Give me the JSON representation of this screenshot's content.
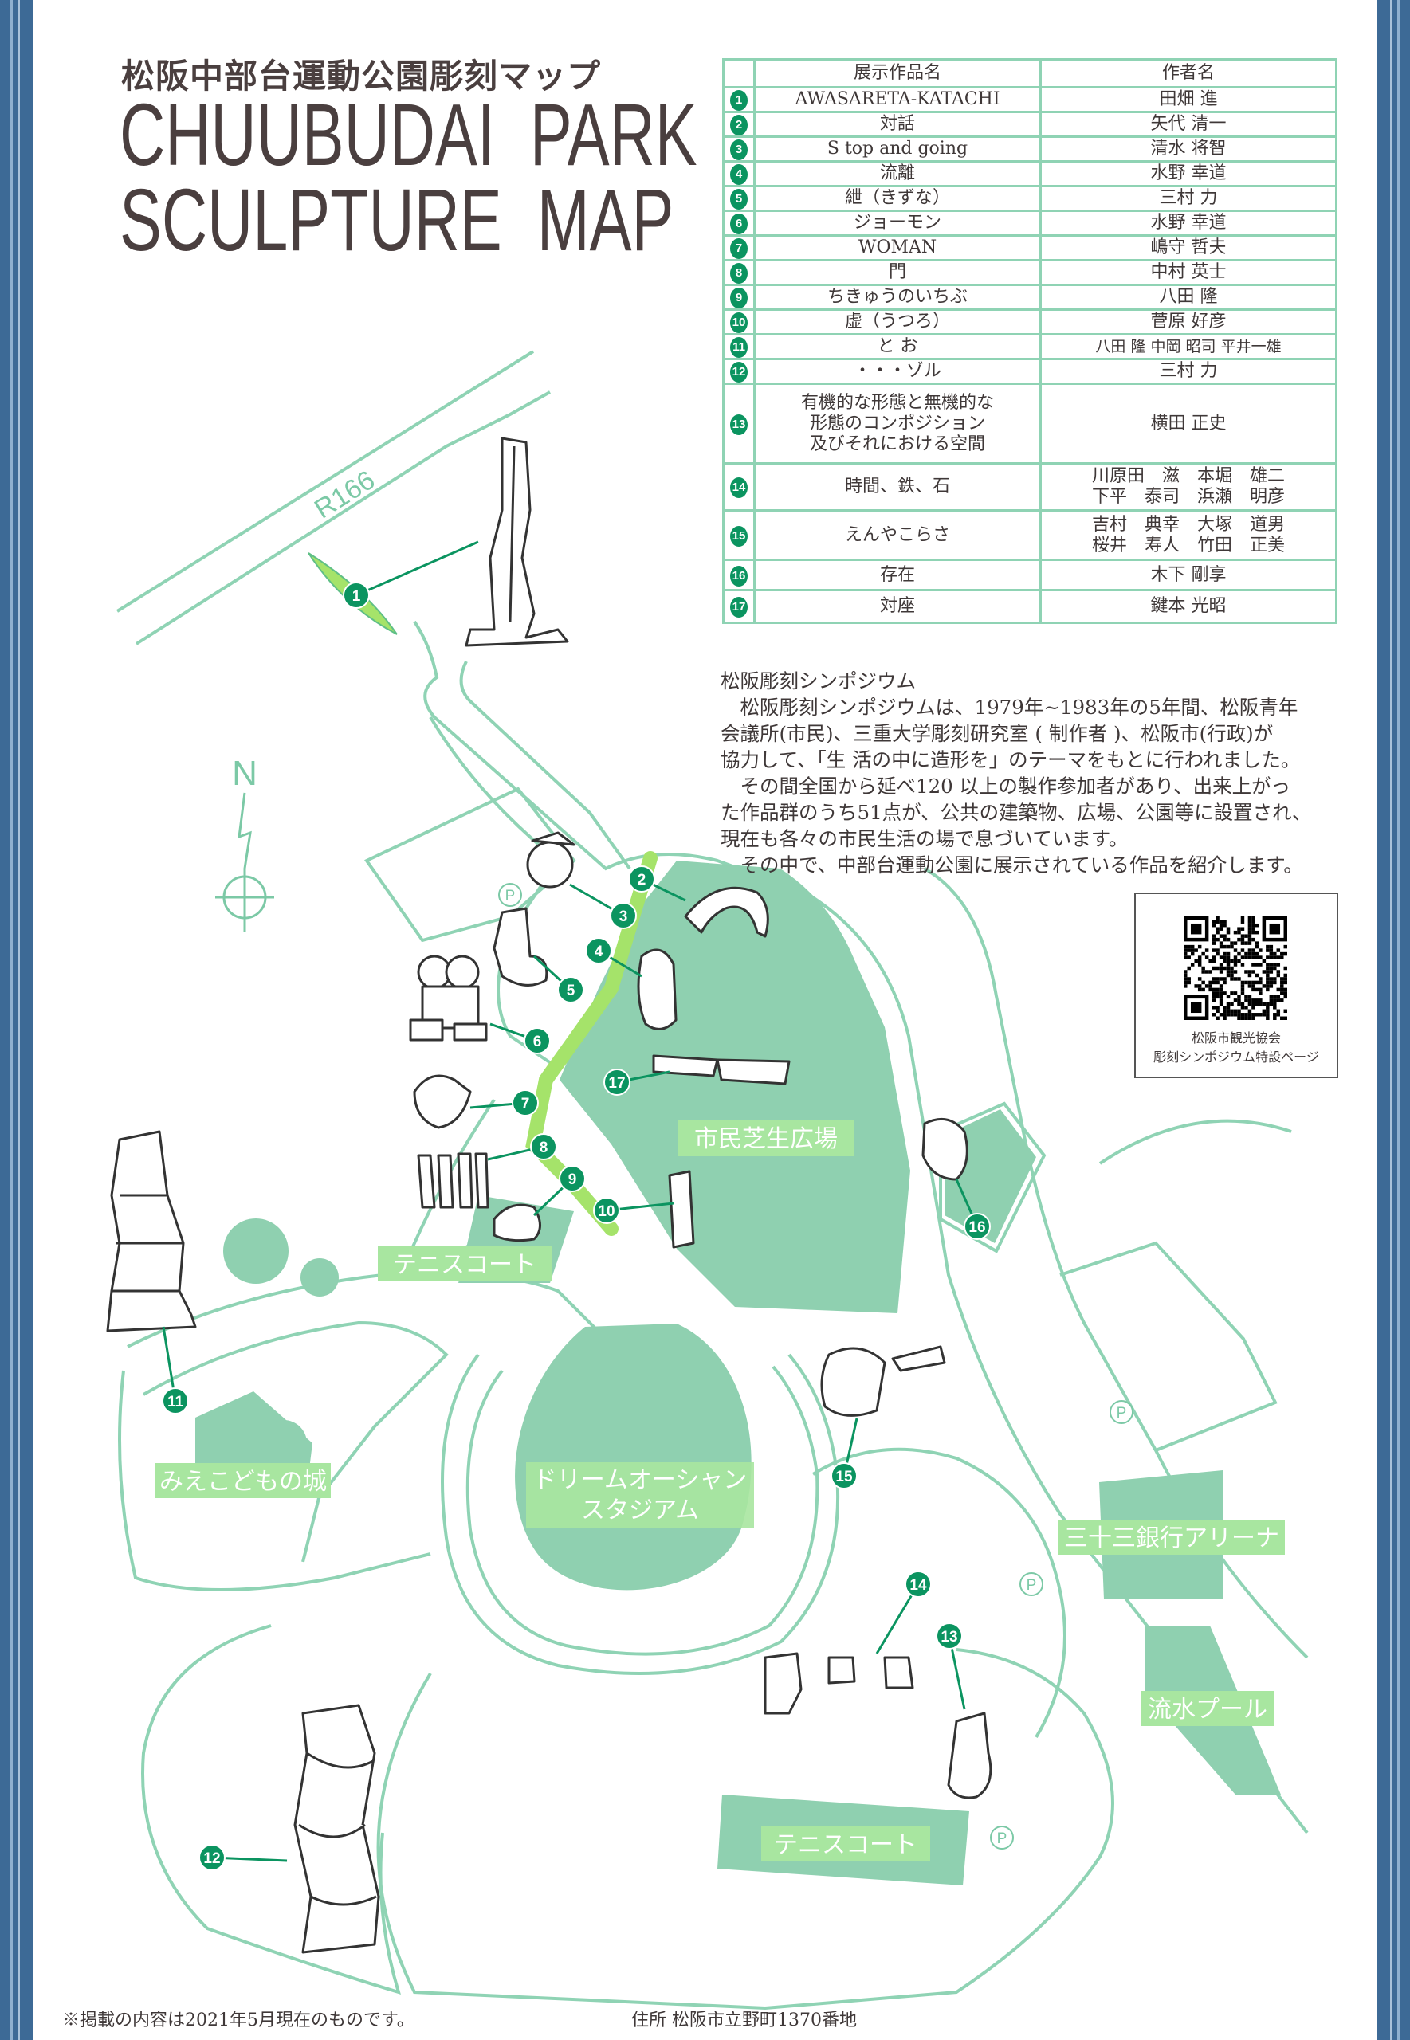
{
  "title": {
    "japanese": "松阪中部台運動公園彫刻マップ",
    "english_line1": "CHUUBUDAI  PARK",
    "english_line2": "SCULPTURE  MAP"
  },
  "table": {
    "headers": [
      "展示作品名",
      "作者名"
    ],
    "rows": [
      {
        "no": "1",
        "title": "AWASARETA-KATACHI",
        "author": "田畑 進"
      },
      {
        "no": "2",
        "title": "対話",
        "author": "矢代 清一"
      },
      {
        "no": "3",
        "title": "S top and going",
        "author": "清水 将智"
      },
      {
        "no": "4",
        "title": "流離",
        "author": "水野 幸道"
      },
      {
        "no": "5",
        "title": "紲（きずな）",
        "author": "三村 力"
      },
      {
        "no": "6",
        "title": "ジョーモン",
        "author": "水野 幸道"
      },
      {
        "no": "7",
        "title": "WOMAN",
        "author": "嶋守 哲夫"
      },
      {
        "no": "8",
        "title": "門",
        "author": "中村 英士"
      },
      {
        "no": "9",
        "title": "ちきゅうのいちぶ",
        "author": "八田 隆"
      },
      {
        "no": "10",
        "title": "虚（うつろ）",
        "author": "菅原 好彦"
      },
      {
        "no": "11",
        "title": "と お",
        "author": "八田 隆 中岡 昭司 平井一雄"
      },
      {
        "no": "12",
        "title": "・・・ゾル",
        "author": "三村 力"
      },
      {
        "no": "13",
        "title": "有機的な形態と無機的な\n形態のコンポジション\n及びそれにおける空間",
        "author": "横田 正史"
      },
      {
        "no": "14",
        "title": "時間、鉄、石",
        "author": "川原田　滋　本堀　雄二\n下平　泰司　浜瀬　明彦"
      },
      {
        "no": "15",
        "title": "えんやこらさ",
        "author": "吉村　典幸　大塚　道男\n桜井　寿人　竹田　正美"
      },
      {
        "no": "16",
        "title": "存在",
        "author": "木下 剛享"
      },
      {
        "no": "17",
        "title": "対座",
        "author": "鍵本 光昭"
      }
    ]
  },
  "intro": {
    "heading": "松阪彫刻シンポジウム",
    "lines": [
      "　松阪彫刻シンポジウムは、1979年~1983年の5年間、松阪青年",
      "会議所(市民)、三重大学彫刻研究室 ( 制作者 )、松阪市(行政)が",
      "協力して、「生 活の中に造形を」のテーマをもとに行われました。",
      "　その間全国から延べ120 以上の製作参加者があり、出来上がっ",
      "た作品群のうち51点が、公共の建築物、広場、公園等に設置され、",
      "現在も各々の市民生活の場で息づいています。",
      "　その中で、中部台運動公園に展示されている作品を紹介します。"
    ]
  },
  "qr": {
    "caption_line1": "松阪市観光協会",
    "caption_line2": "彫刻シンポジウム特設ページ"
  },
  "map": {
    "road_label": "R166",
    "north_label": "N",
    "parking_label": "P",
    "labels": {
      "lawn": "市民芝生広場",
      "tennis_north": "テニスコート",
      "kids_castle": "みえこどもの城",
      "stadium_line1": "ドリームオーシャン",
      "stadium_line2": "スタジアム",
      "arena": "三十三銀行アリーナ",
      "pool": "流水プール",
      "tennis_south": "テニスコート"
    },
    "markers": [
      "1",
      "2",
      "3",
      "4",
      "5",
      "6",
      "7",
      "8",
      "9",
      "10",
      "11",
      "12",
      "13",
      "14",
      "15",
      "16",
      "17"
    ]
  },
  "footer": {
    "note": "※掲載の内容は2021年5月現在のものです。",
    "address": "住所 松阪市立野町1370番地"
  },
  "colors": {
    "border_blue": "#3d6a96",
    "area_green": "#8fd0b0",
    "road_green": "#8fd3b4",
    "marker_green": "#0b9460",
    "path_highlight": "#a5e36a"
  }
}
